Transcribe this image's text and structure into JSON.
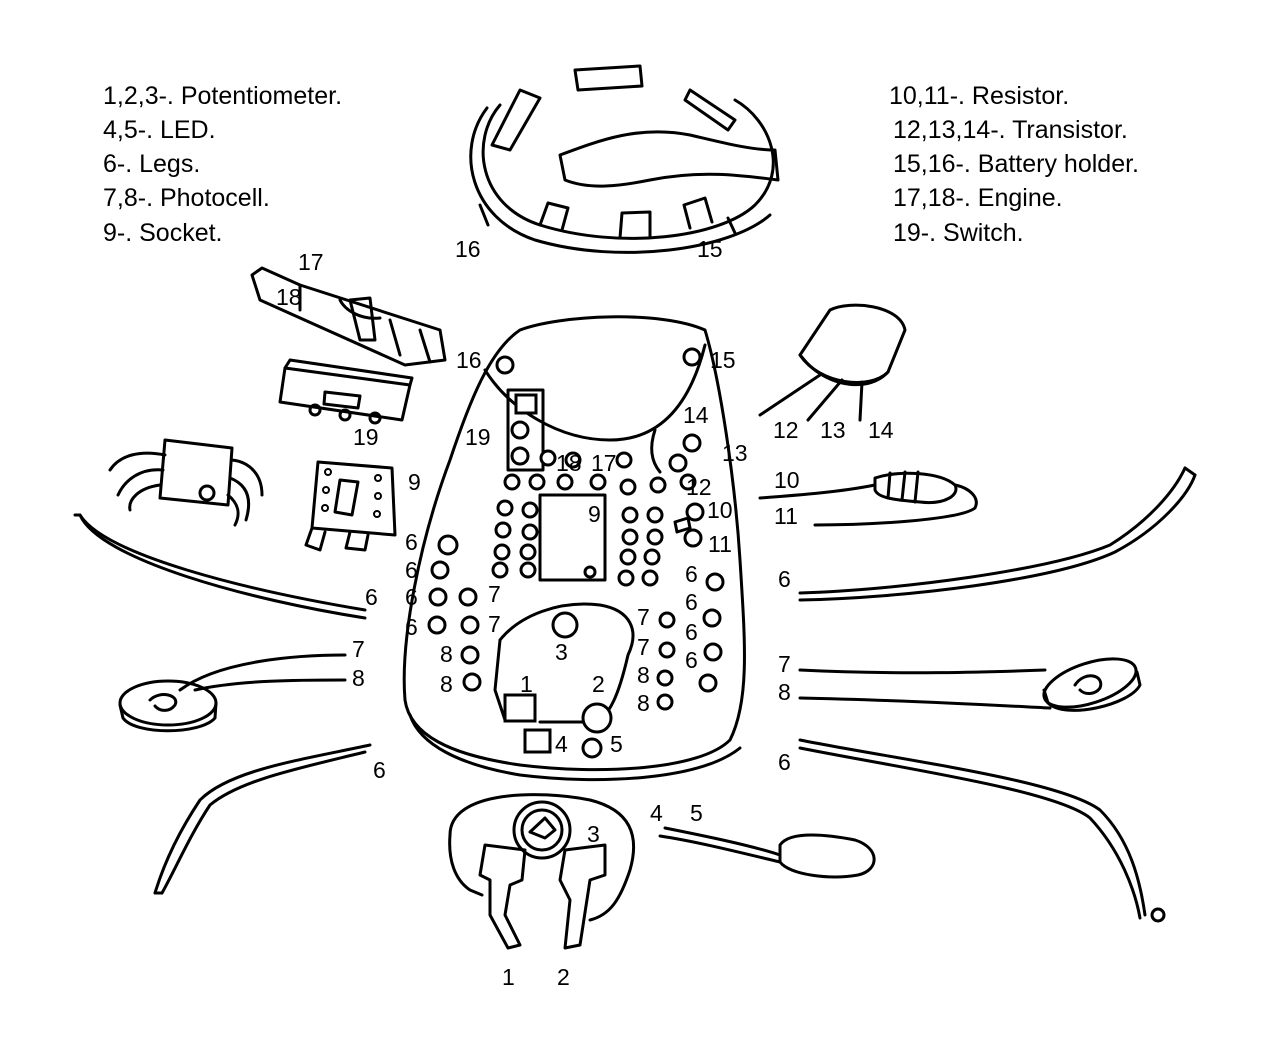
{
  "legend_left": [
    "1,2,3-. Potentiometer.",
    "4,5-. LED.",
    "6-. Legs.",
    "7,8-. Photocell.",
    "9-. Socket."
  ],
  "legend_right": [
    "10,11-. Resistor.",
    "12,13,14-. Transistor.",
    "15,16-. Battery holder.",
    "17,18-. Engine.",
    "19-. Switch."
  ],
  "callouts": {
    "battery_holder": [
      "16",
      "15"
    ],
    "engine": [
      "17",
      "18"
    ],
    "switch": "19",
    "socket": "9",
    "transistor": [
      "12",
      "13",
      "14"
    ],
    "resistor": [
      "10",
      "11"
    ],
    "left_legs": [
      "6",
      "6"
    ],
    "left_photocell": [
      "7",
      "8"
    ],
    "right_legs": [
      "6",
      "6"
    ],
    "right_photocell": [
      "7",
      "8"
    ],
    "potentiometer": [
      "1",
      "2",
      "3"
    ],
    "led": [
      "4",
      "5"
    ]
  },
  "board_labels": {
    "top": [
      "16",
      "15",
      "19",
      "14",
      "13",
      "18",
      "17",
      "12",
      "10",
      "9",
      "11"
    ],
    "left_legs": [
      "6",
      "6",
      "6",
      "6"
    ],
    "left_photo": [
      "7",
      "7",
      "8",
      "8"
    ],
    "right_legs": [
      "6",
      "6",
      "6",
      "6"
    ],
    "right_photo": [
      "7",
      "7",
      "8",
      "8"
    ],
    "pot": [
      "3",
      "1",
      "2"
    ],
    "led": [
      "4",
      "5"
    ]
  }
}
